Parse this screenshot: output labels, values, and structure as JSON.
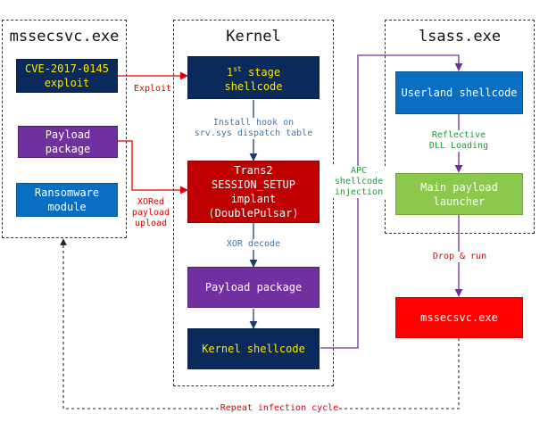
{
  "panels": {
    "mssecsvc_title": "mssecsvc.exe",
    "kernel_title": "Kernel",
    "lsass_title": "lsass.exe"
  },
  "boxes": {
    "cve_exploit": "CVE-2017-0145\nexploit",
    "payload_package_left": "Payload\npackage",
    "ransomware_module": "Ransomware\nmodule",
    "first_stage_main": "1",
    "first_stage_sup": "st",
    "first_stage_rest": " stage",
    "first_stage_line2": "shellcode",
    "trans2": "Trans2\nSESSION_SETUP\nimplant\n(DoublePulsar)",
    "payload_package_kernel": "Payload package",
    "kernel_shellcode": "Kernel shellcode",
    "userland_shellcode": "Userland shellcode",
    "main_payload": "Main payload\nlauncher",
    "mssecsvc_bottom": "mssecsvc.exe"
  },
  "labels": {
    "exploit": "Exploit",
    "install_hook": "Install hook on\nsrv.sys dispatch table",
    "xored_upload": "XORed\npayload\nupload",
    "xor_decode": "XOR decode",
    "apc_injection": "APC\nshellcode\ninjection",
    "reflective": "Reflective\nDLL Loading",
    "drop_run": "Drop & run",
    "repeat_cycle": "Repeat infection cycle"
  },
  "colors": {
    "navy": "#0b2a5c",
    "purple": "#7030a0",
    "blue": "#0a6ec1",
    "dark_red": "#c00000",
    "green": "#8cc84b",
    "red": "#ff0000",
    "arrow_red": "#e00000",
    "arrow_purple": "#7030a0",
    "arrow_navy": "#1f3b73"
  }
}
